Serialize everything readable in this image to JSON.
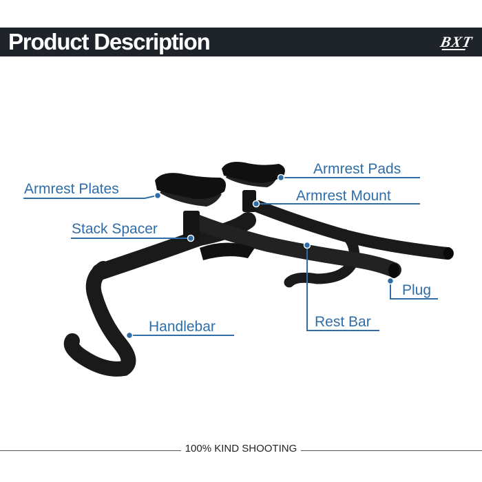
{
  "header": {
    "title": "Product Description",
    "logo_text": "BXT"
  },
  "callouts": {
    "armrest_pads": "Armrest Pads",
    "armrest_plates": "Armrest Plates",
    "armrest_mount": "Armrest Mount",
    "stack_spacer": "Stack Spacer",
    "plug": "Plug",
    "rest_bar": "Rest Bar",
    "handlebar": "Handlebar"
  },
  "footer": {
    "text": "100% KIND SHOOTING"
  },
  "colors": {
    "header_bg": "#1e2429",
    "callout_blue": "#2e6da8",
    "product_black": "#1a1a1a"
  }
}
